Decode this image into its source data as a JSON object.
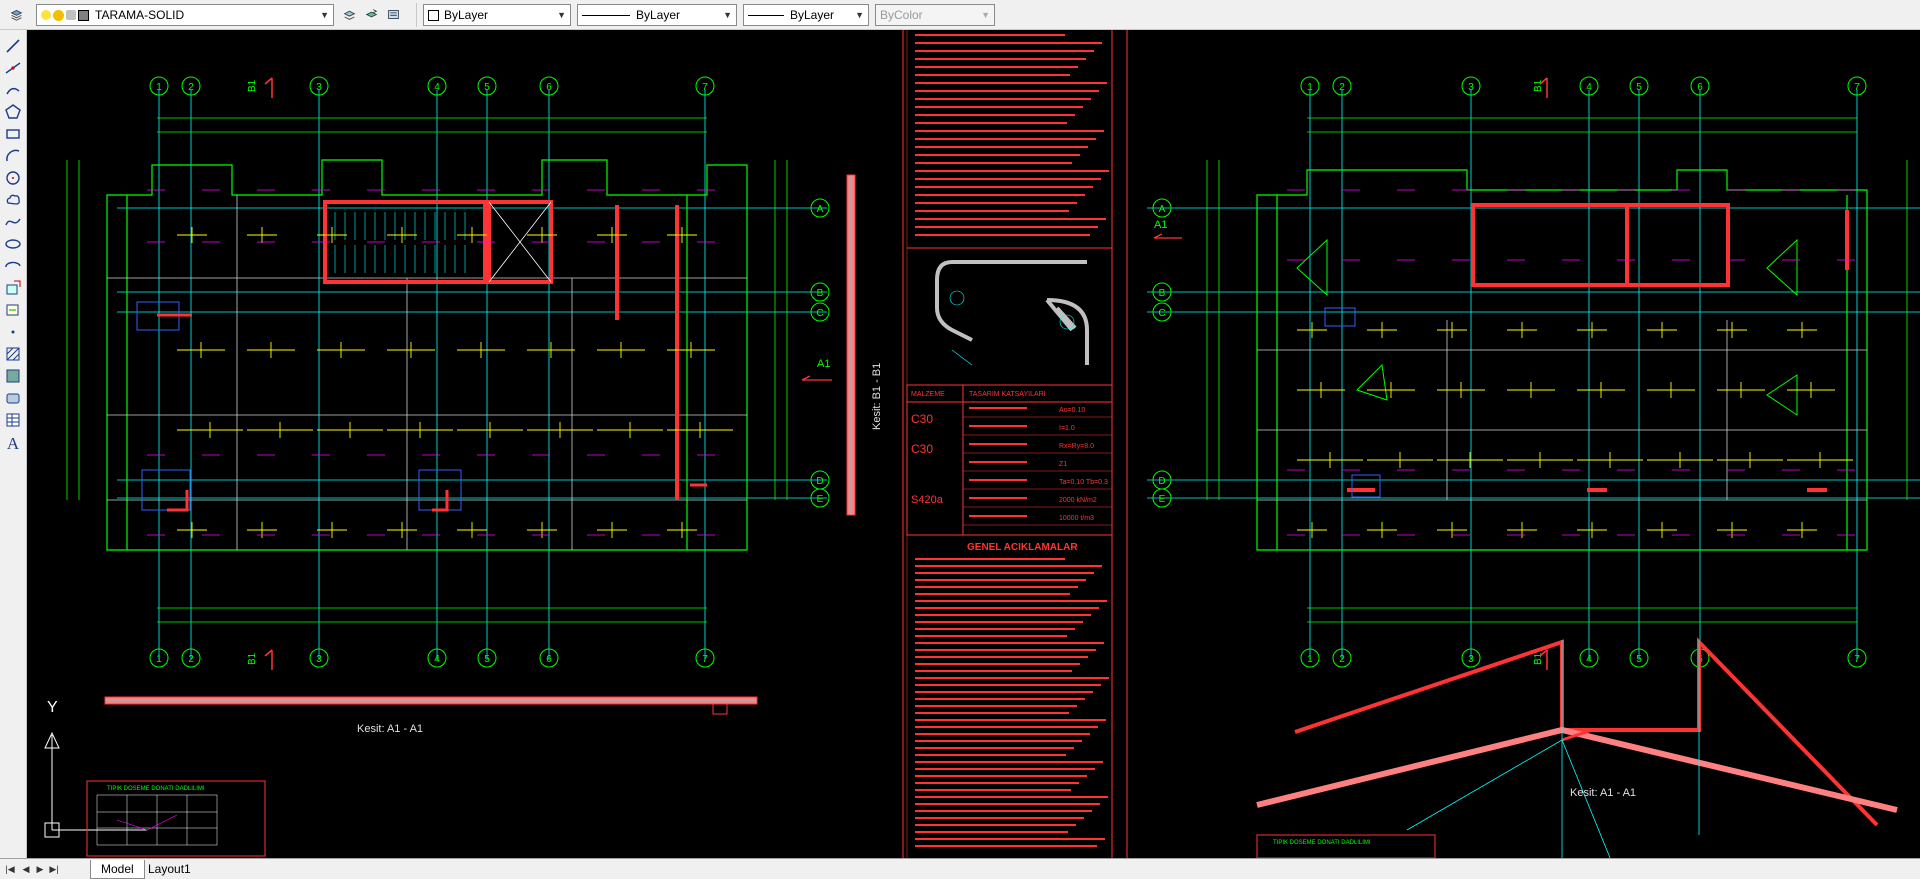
{
  "toolbar": {
    "layer_name": "TARAMA-SOLID",
    "color_value": "ByLayer",
    "linetype_value": "ByLayer",
    "lineweight_value": "ByLayer",
    "plotstyle_value": "ByColor"
  },
  "tabs": [
    {
      "label": "Model",
      "active": true
    },
    {
      "label": "Layout1",
      "active": false
    }
  ],
  "drawing": {
    "grid_labels_x": [
      "1",
      "2",
      "3",
      "4",
      "5",
      "6",
      "7"
    ],
    "grid_labels_y": [
      "A",
      "B",
      "C",
      "D",
      "E"
    ],
    "section_mark_b1": "B1",
    "section_mark_a1": "A1",
    "section_caption_a1": "Kesit: A1 - A1",
    "section_caption_b1": "Kesit: B1 - B1",
    "ucs_y_label": "Y",
    "legend": {
      "malzeme_header": "MALZEME",
      "design_header": "TASARIM KATSAYILARI",
      "concrete_1": "C30",
      "concrete_2": "C30",
      "steel": "S420a",
      "coef_1": "Ao=0.10",
      "coef_2": "I=1.0",
      "coef_3": "Rx=Ry=8.0",
      "coef_4": "Z1",
      "coef_5": "Ta=0.10 Tb=0.3",
      "coef_6": "2000 kN/m2",
      "coef_7": "10000 t/m3",
      "notes_title": "GENEL ACIKLAMALAR"
    },
    "schedule_title_left": "TIPIK DOSEME DONATI DADLILIMI",
    "schedule_title_right": "TIPIK DOSEME DONATI DADLILIMI"
  },
  "colors": {
    "canvas_bg": "#000000",
    "grid_line": "#00ffff",
    "wall": "#ff3333",
    "rebar_text": "#ffff00",
    "dim_text": "#00ff00",
    "magenta": "#ff00ff"
  }
}
